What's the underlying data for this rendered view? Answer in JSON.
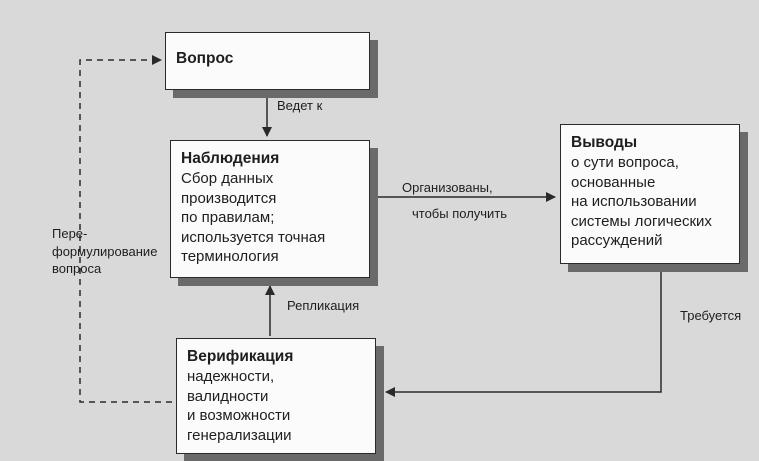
{
  "boxes": {
    "question": {
      "title": "Вопрос"
    },
    "observations": {
      "title": "Наблюдения",
      "body": "Сбор данных\nпроизводится\nпо правилам;\nиспользуется точная\nтерминология"
    },
    "conclusions": {
      "title": "Выводы",
      "body": "о сути вопроса,\nоснованные\nна использовании\nсистемы логических\nрассуждений"
    },
    "verification": {
      "title": "Верификация",
      "body": "надежности,\nвалидности\nи возможности\nгенерализации"
    }
  },
  "labels": {
    "leads_to": "Ведет к",
    "organized": "Организованы,",
    "to_get": "чтобы получить",
    "replication": "Репликация",
    "requires": "Требуется",
    "reformulation": "Пере-\nформулирование\nвопроса"
  },
  "colors": {
    "line": "#2a2a2a",
    "shadow": "#6a6a6a",
    "box": "#fbfbfb",
    "background": "#d9d9d9"
  }
}
